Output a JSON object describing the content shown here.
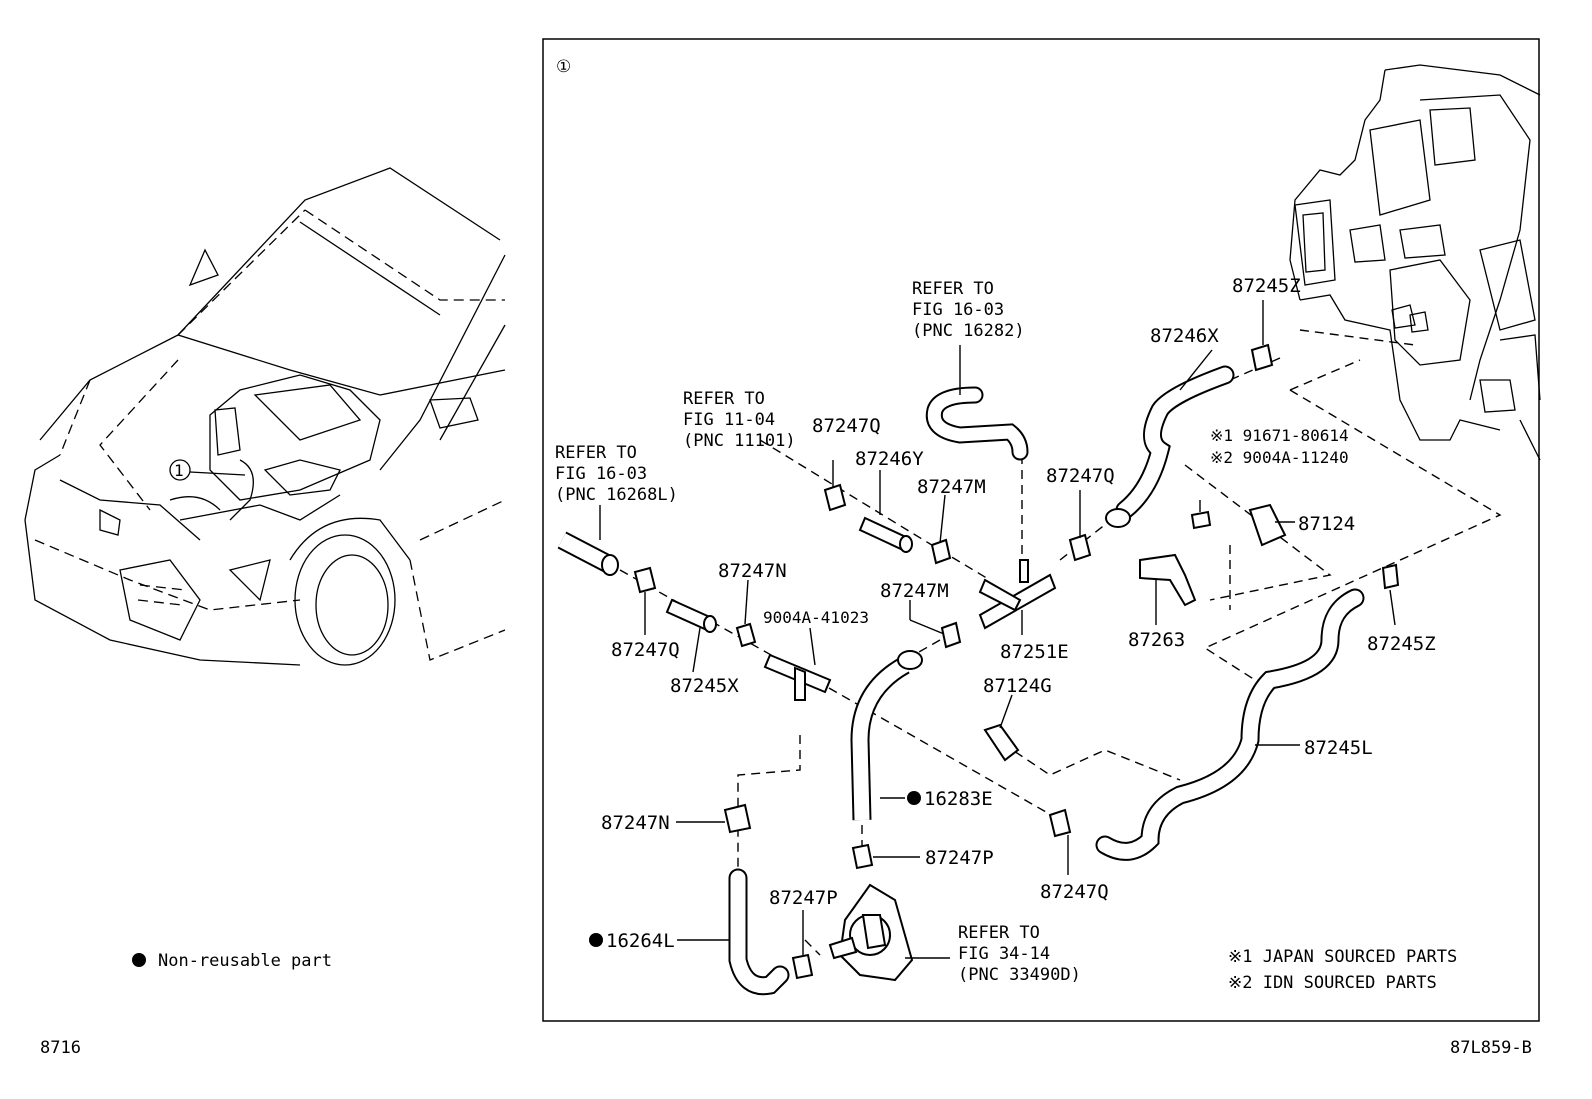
{
  "callout": {
    "number": "①"
  },
  "parts": {
    "p87245Z_top": "87245Z",
    "p87246X": "87246X",
    "p87124": "87124",
    "p87245Z_right": "87245Z",
    "p87263": "87263",
    "p87245L": "87245L",
    "p87247Q_a": "87247Q",
    "p87246Y": "87246Y",
    "p87247M_a": "87247M",
    "p87247Q_b": "87247Q",
    "p87247M_b": "87247M",
    "p87251E": "87251E",
    "p87124G": "87124G",
    "p87247N_a": "87247N",
    "p9004A41023": "9004A-41023",
    "p87247Q_c": "87247Q",
    "p87245X": "87245X",
    "p16283E": "16283E",
    "p87247N_b": "87247N",
    "p87247P_a": "87247P",
    "p87247P_b": "87247P",
    "p16264L": "16264L",
    "p87247Q_d": "87247Q"
  },
  "refs": {
    "r1": [
      "REFER TO",
      "FIG 16-03",
      "(PNC 16282)"
    ],
    "r2": [
      "REFER TO",
      "FIG 11-04",
      "(PNC 11101)"
    ],
    "r3": [
      "REFER TO",
      "FIG 16-03",
      "(PNC 16268L)"
    ],
    "r4": [
      "REFER TO",
      "FIG 34-14",
      "(PNC 33490D)"
    ]
  },
  "sourced": {
    "s1": "※1 91671-80614",
    "s2": "※2 9004A-11240"
  },
  "notes": {
    "japan": "※1 JAPAN SOURCED PARTS",
    "idn": "※2 IDN SOURCED PARTS",
    "legend": "Non-reusable part"
  },
  "footer": {
    "left": "8716",
    "right": "87L859-B"
  }
}
